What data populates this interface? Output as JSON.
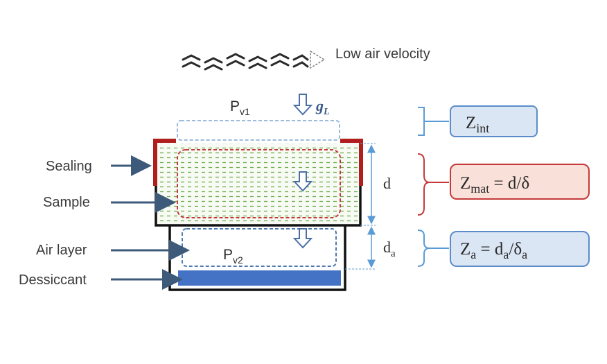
{
  "air": {
    "label": "Low air velocity"
  },
  "flux": {
    "g": "g",
    "sub": "L"
  },
  "pressures": {
    "p_upper": {
      "base": "P",
      "sub": "v1"
    },
    "p_lower": {
      "base": "P",
      "sub": "v2"
    }
  },
  "left_labels": {
    "sealing": "Sealing",
    "sample": "Sample",
    "air_layer": "Air layer",
    "desiccant": "Dessiccant"
  },
  "dimensions": {
    "d": "d",
    "da": {
      "base": "d",
      "sub": "a"
    }
  },
  "resistances": {
    "z_int": {
      "base": "Z",
      "sub": "int"
    },
    "z_mat": {
      "base": "Z",
      "sub": "mat",
      "eq": " = d/δ"
    },
    "z_a": {
      "base": "Z",
      "sub": "a",
      "eq1": " = d",
      "sub2": "a",
      "eq2": "/δ",
      "sub3": "a"
    }
  },
  "colors": {
    "blue_box_fill": "#dbe6f5",
    "blue_box_stroke": "#5b8cc8",
    "red_box_fill": "#f9e1d9",
    "red_box_stroke": "#c43a3a",
    "sealing": "#b01e1e",
    "desiccant": "#4472c4",
    "sample_dash": "#6aab4c",
    "dim_line": "#5b9bd5",
    "arrow": "#3e5a7a",
    "down_arrow": "#4a6fa5"
  }
}
